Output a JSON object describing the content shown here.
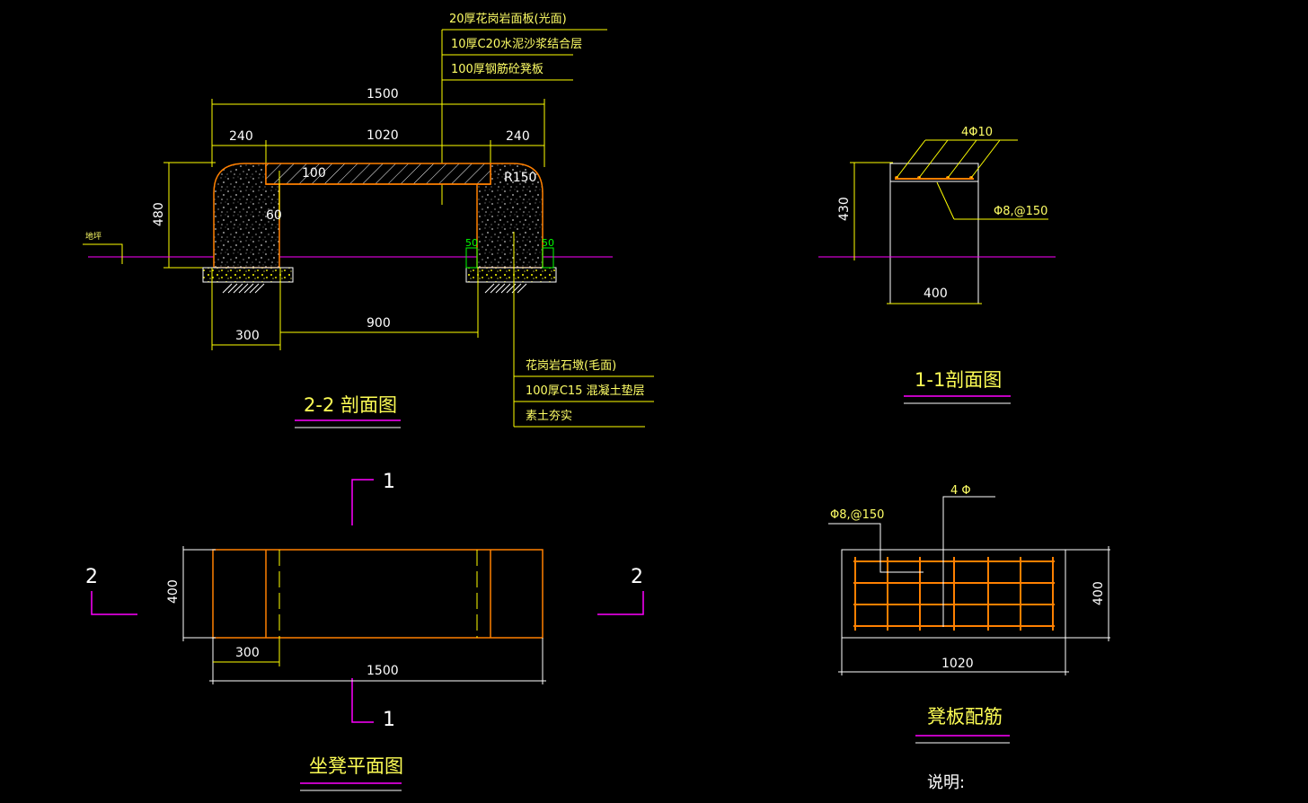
{
  "section_2_2": {
    "title": "2-2 剖面图",
    "top_layers": [
      "20厚花岗岩面板(光面)",
      "10厚C20水泥沙浆结合层",
      "100厚钢筋砼凳板"
    ],
    "base_layers": [
      "花岗岩石墩(毛面)",
      "100厚C15 混凝土垫层",
      "素土夯实"
    ],
    "ground_label": "地坪",
    "dims": {
      "total": "1500",
      "left": "240",
      "middle": "1020",
      "right": "240",
      "height": "480",
      "slab": "100",
      "inner": "60",
      "radius": "R150",
      "offset_left": "50",
      "offset_right": "50",
      "base": "300",
      "gap": "900"
    }
  },
  "section_1_1": {
    "title": "1-1剖面图",
    "rebar_top": "4Φ10",
    "rebar_side": "Φ8,@150",
    "height": "430",
    "width": "400"
  },
  "plan": {
    "title": "坐凳平面图",
    "cut_mark_1": "1",
    "cut_mark_2": "2",
    "depth": "400",
    "base": "300",
    "total": "1500"
  },
  "rebar_plan": {
    "title": "凳板配筋",
    "rebar_top": "4 Φ",
    "rebar_side": "Φ8,@150",
    "depth": "400",
    "width": "1020"
  },
  "notes": {
    "label": "说明:"
  },
  "colors": {
    "yellow": "#ffff00",
    "orange": "#ff8000",
    "magenta": "#ff00ff",
    "white": "#ffffff",
    "green": "#00ff00"
  }
}
